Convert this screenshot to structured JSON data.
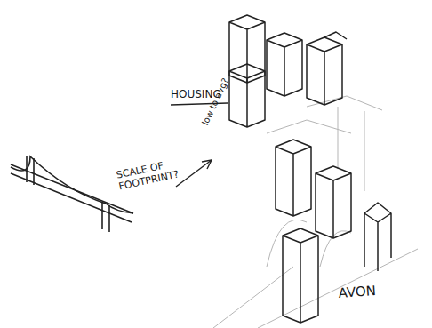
{
  "diagram": {
    "labels": [
      "HOUSING",
      "SCALE OF FOOTPRINT?",
      "low to avg?",
      "AVON"
    ]
  }
}
